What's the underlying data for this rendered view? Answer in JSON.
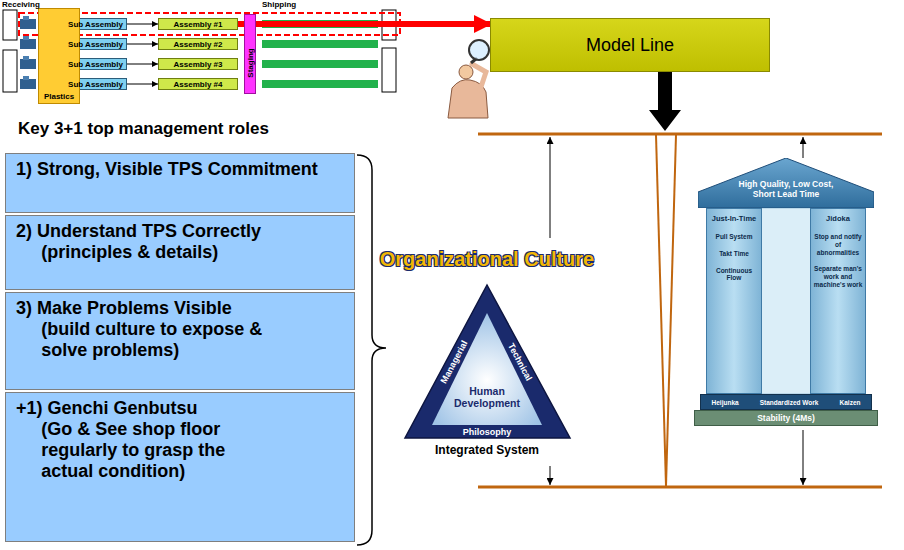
{
  "diagram": {
    "nodes": [
      {
        "text": [
          "Sub Assembly"
        ]
      },
      {
        "text": [
          "Assembly #1"
        ]
      },
      {
        "text": [
          "Sub Assembly"
        ]
      },
      {
        "text": [
          "Assembly #2"
        ]
      },
      {
        "text": [
          "Sub Assembly"
        ]
      },
      {
        "text": [
          "Assembly #3"
        ]
      },
      {
        "text": [
          "Sub Assembly"
        ]
      },
      {
        "text": [
          "Assembly #4"
        ]
      },
      {
        "text": [
          "Staging"
        ]
      },
      {
        "text": [
          "Plastics"
        ]
      },
      {
        "text": [
          "Model Line"
        ]
      },
      {
        "text": [
          "1) Strong, Visible TPS Commitment"
        ]
      },
      {
        "text": [
          "2) Understand TPS Correctly",
          "(principles & details)"
        ]
      },
      {
        "text": [
          "3) Make Problems Visible",
          "(build culture to expose & solve problems)"
        ]
      },
      {
        "text": [
          "+1) Genchi Genbutsu",
          "(Go & See shop floor regularly to grasp the actual condition)"
        ]
      },
      {
        "text": [
          "Organizational Culture",
          "Managerial",
          "Technical",
          "Human Development",
          "Philosophy",
          "Integrated System"
        ]
      },
      {
        "text": [
          "High Quality, Low Cost, Short Lead Time"
        ]
      },
      {
        "text": [
          "Just-In-Time",
          "Pull System",
          "Takt Time",
          "Continuous Flow"
        ]
      },
      {
        "text": [
          "Jidoka",
          "Stop and notify of abnormalities",
          "Separate man's work and machine's work"
        ]
      },
      {
        "text": [
          "Heijunka",
          "Standardized Work",
          "Kaizen"
        ]
      },
      {
        "text": [
          "Stability (4Ms)"
        ]
      }
    ],
    "edges": [
      {
        "from": 0,
        "to": 1,
        "arrow": "to"
      },
      {
        "from": 2,
        "to": 3,
        "arrow": "to"
      },
      {
        "from": 4,
        "to": 5,
        "arrow": "to"
      },
      {
        "from": 6,
        "to": 7,
        "arrow": "to"
      },
      {
        "from": 1,
        "to": 10,
        "arrow": "to"
      }
    ],
    "labels": [
      "Receiving",
      "Shipping",
      "Key 3+1 top management roles"
    ]
  }
}
